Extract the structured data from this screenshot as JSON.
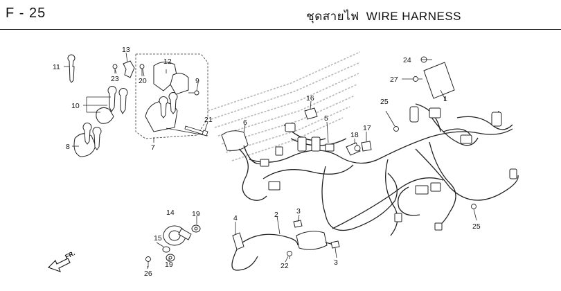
{
  "header": {
    "page_code": "F - 25",
    "title_thai": "ชุดสายไฟ",
    "title_en": "WIRE HARNESS"
  },
  "diagram": {
    "direction_label": "FR.",
    "callouts": [
      "1",
      "2",
      "3",
      "3",
      "4",
      "5",
      "6",
      "7",
      "8",
      "9",
      "10",
      "11",
      "12",
      "13",
      "14",
      "15",
      "16",
      "17",
      "18",
      "19",
      "19",
      "20",
      "21",
      "22",
      "23",
      "24",
      "25",
      "25",
      "26",
      "27"
    ]
  }
}
